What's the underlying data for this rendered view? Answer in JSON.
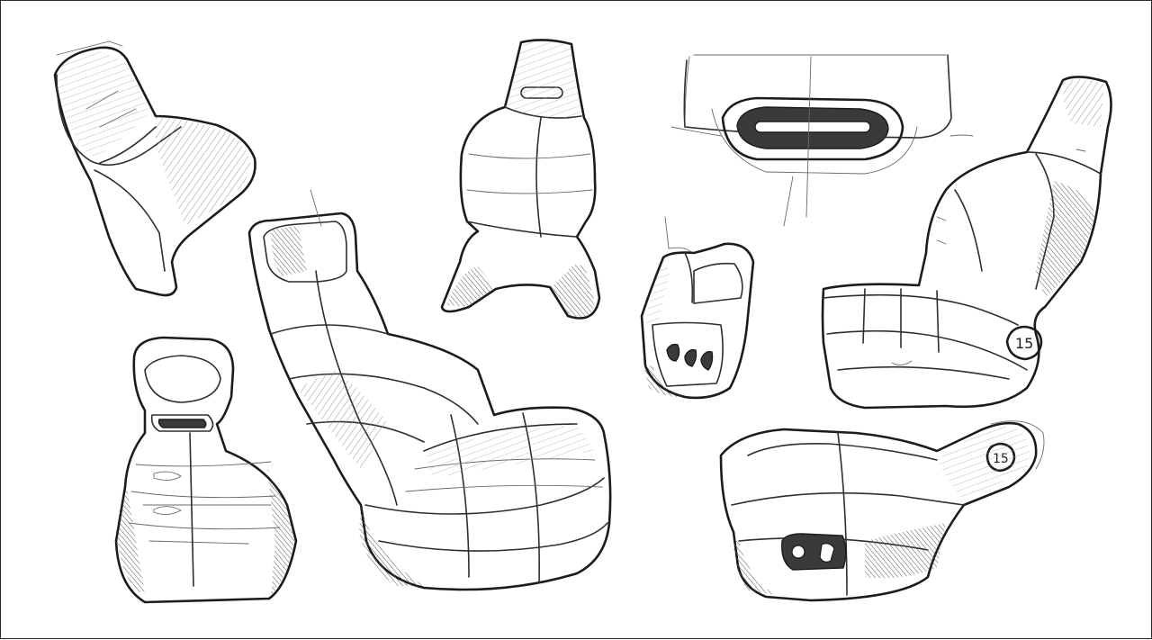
{
  "sheet": {
    "background": "#ffffff",
    "ink": "#1c1c1c",
    "frame": "#2b2b2b"
  },
  "sketches": [
    {
      "id": "seat-shell-top-left"
    },
    {
      "id": "seat-back-front-center"
    },
    {
      "id": "headrest-closeup-top-right"
    },
    {
      "id": "seat-back-rear-bottom-left"
    },
    {
      "id": "main-seat-three-quarter"
    },
    {
      "id": "seat-back-small-center-right"
    },
    {
      "id": "seat-side-right"
    },
    {
      "id": "seat-base-bottom-right"
    }
  ]
}
